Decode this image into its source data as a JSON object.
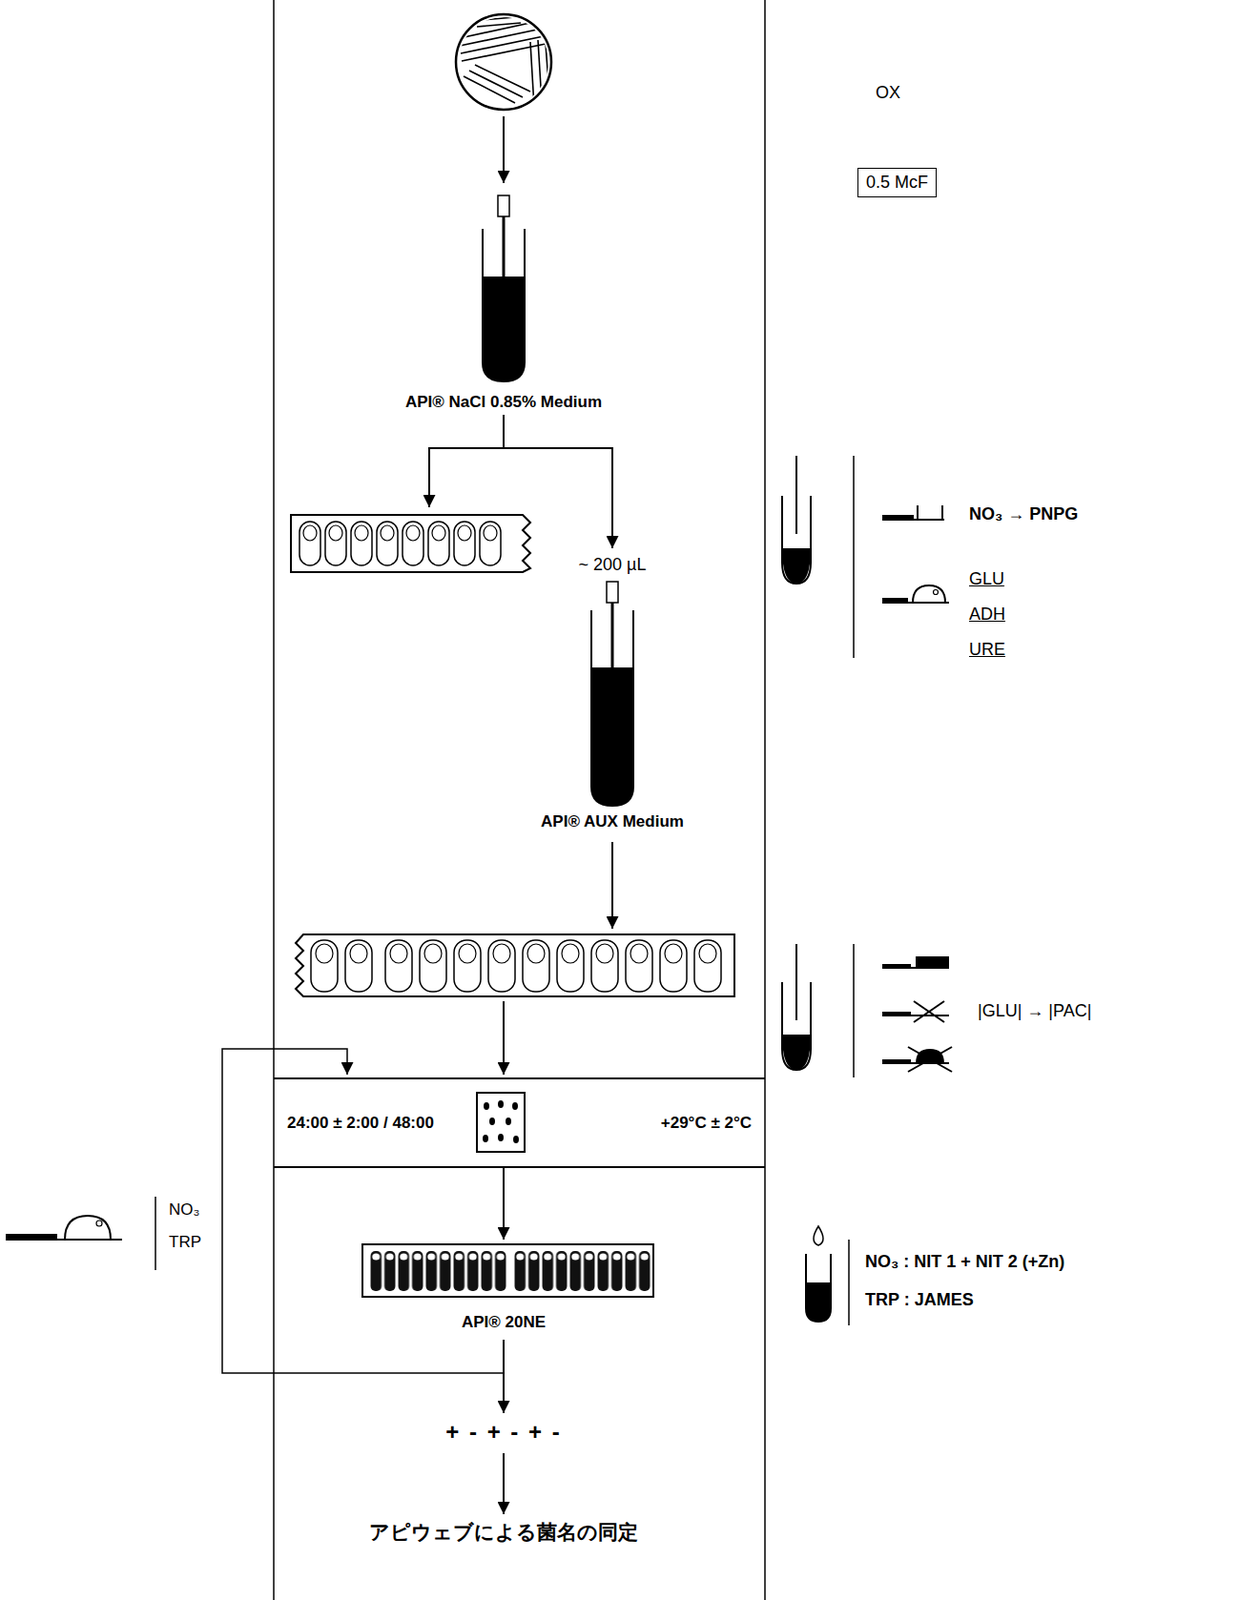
{
  "diagram": {
    "nodes": [
      {
        "text": [
          "0.5 McF"
        ]
      },
      {
        "text": [
          "API® NaCl 0.85% Medium"
        ]
      },
      {
        "text": [
          "~ 200 µL",
          "API® AUX Medium"
        ]
      },
      {
        "text": [
          "24:00 ± 2:00 / 48:00",
          "+29°C ± 2°C"
        ]
      },
      {
        "text": [
          "API® 20NE"
        ]
      }
    ],
    "edges": [
      {
        "from": 1,
        "to": 2,
        "arrow": "to"
      },
      {
        "from": 3,
        "to": 4,
        "arrow": "to"
      }
    ],
    "labels": [
      "OX",
      "NO₃ → PNPG",
      "GLU",
      "ADH",
      "URE",
      "|GLU| → |PAC|",
      "NO₃",
      "TRP",
      "NO₃ : NIT 1 + NIT 2 (+Zn)",
      "TRP : JAMES",
      "+ - + - + -",
      "アピウェブによる菌名の同定"
    ]
  }
}
